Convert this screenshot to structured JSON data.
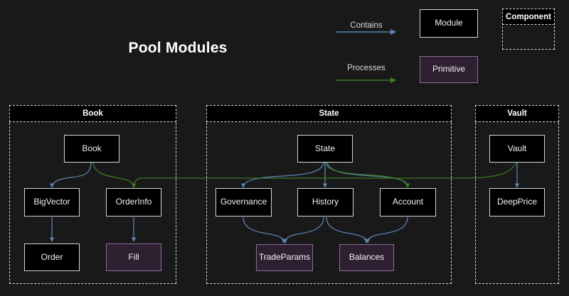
{
  "page": {
    "title": "Pool Modules",
    "background": "#191919"
  },
  "colors": {
    "module_fill": "#000000",
    "module_stroke": "#d6d6d6",
    "primitive_fill": "#2e1f31",
    "primitive_stroke": "#8d6e9c",
    "contains_edge": "#5b82b0",
    "processes_edge": "#3c7a22",
    "frame_stroke": "#d9d9d9",
    "text": "#f2f2f2"
  },
  "legend": {
    "contains_label": "Contains",
    "processes_label": "Processes",
    "module_label": "Module",
    "primitive_label": "Primitive",
    "component_label": "Component"
  },
  "sections": [
    {
      "id": "book",
      "label": "Book"
    },
    {
      "id": "state",
      "label": "State"
    },
    {
      "id": "vault",
      "label": "Vault"
    }
  ],
  "nodes": {
    "book": {
      "label": "Book",
      "type": "module"
    },
    "bigvector": {
      "label": "BigVector",
      "type": "module"
    },
    "orderinfo": {
      "label": "OrderInfo",
      "type": "module"
    },
    "order": {
      "label": "Order",
      "type": "module"
    },
    "fill": {
      "label": "Fill",
      "type": "primitive"
    },
    "state": {
      "label": "State",
      "type": "module"
    },
    "governance": {
      "label": "Governance",
      "type": "module"
    },
    "history": {
      "label": "History",
      "type": "module"
    },
    "account": {
      "label": "Account",
      "type": "module"
    },
    "tradeparams": {
      "label": "TradeParams",
      "type": "primitive"
    },
    "balances": {
      "label": "Balances",
      "type": "primitive"
    },
    "vault": {
      "label": "Vault",
      "type": "module"
    },
    "deepprice": {
      "label": "DeepPrice",
      "type": "module"
    }
  },
  "edges": [
    {
      "from": "book",
      "to": "bigvector",
      "relation": "Contains"
    },
    {
      "from": "book",
      "to": "orderinfo",
      "relation": "Contains"
    },
    {
      "from": "bigvector",
      "to": "order",
      "relation": "Contains"
    },
    {
      "from": "orderinfo",
      "to": "fill",
      "relation": "Contains"
    },
    {
      "from": "state",
      "to": "governance",
      "relation": "Contains"
    },
    {
      "from": "state",
      "to": "history",
      "relation": "Contains"
    },
    {
      "from": "state",
      "to": "account",
      "relation": "Contains"
    },
    {
      "from": "governance",
      "to": "tradeparams",
      "relation": "Contains"
    },
    {
      "from": "history",
      "to": "tradeparams",
      "relation": "Contains"
    },
    {
      "from": "history",
      "to": "balances",
      "relation": "Contains"
    },
    {
      "from": "account",
      "to": "balances",
      "relation": "Contains"
    },
    {
      "from": "vault",
      "to": "deepprice",
      "relation": "Contains"
    },
    {
      "from": "book",
      "to": "orderinfo",
      "relation": "Processes"
    },
    {
      "from": "state",
      "to": "account",
      "relation": "Processes"
    },
    {
      "from": "vault",
      "to": "orderinfo",
      "relation": "Processes"
    }
  ]
}
